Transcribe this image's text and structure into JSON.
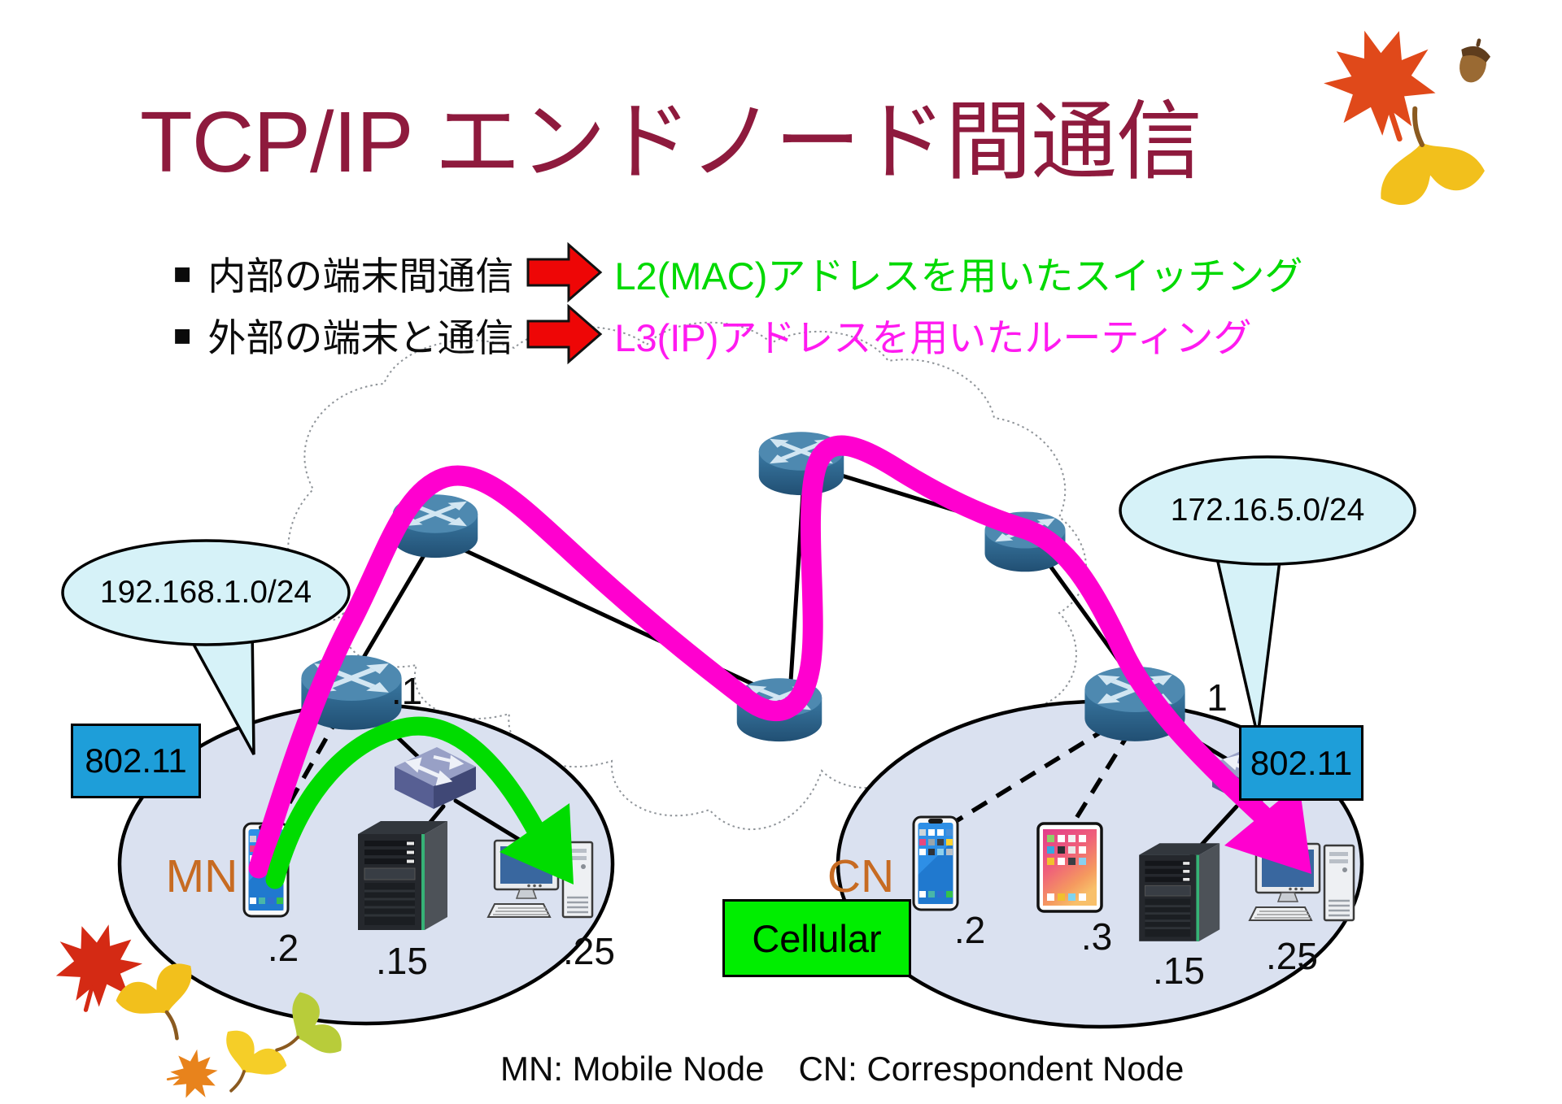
{
  "slide": {
    "title": "TCP/IP エンドノード間通信",
    "footer": "MN: Mobile Node　CN: Correspondent Node"
  },
  "bullets": [
    {
      "marker": "■",
      "label": "内部の端末間通信",
      "result": "L2(MAC)アドレスを用いたスイッチング"
    },
    {
      "marker": "■",
      "label": "外部の端末と通信",
      "result": "L3(IP)アドレスを用いたルーティング"
    }
  ],
  "left_network": {
    "subnet": "192.168.1.0/24",
    "access_label": "802.11",
    "router_ip": ".1",
    "node_role": "MN",
    "smartphone_ip": ".2",
    "server_ip": ".15",
    "desktop_ip": ".25"
  },
  "right_network": {
    "subnet": "172.16.5.0/24",
    "access_label": "802.11",
    "cellular_label": "Cellular",
    "router_ip": "1",
    "node_role": "CN",
    "smartphone_ip": ".2",
    "tablet_ip": ".3",
    "server_ip": ".15",
    "desktop_ip": ".25"
  },
  "colors": {
    "title": "#8e1a3d",
    "l2-green": "#00d900",
    "l3-magenta": "#ff1af0",
    "arrow-red": "#ee0606",
    "path-magenta": "#ff00cf",
    "path-green": "#00dc00",
    "callout-fill": "#d6f2f8",
    "wifi-box": "#1e9ed9",
    "cellular-box": "#00ee00",
    "subnet-fill": "#dae1f0",
    "node-label": "#c76b22"
  }
}
